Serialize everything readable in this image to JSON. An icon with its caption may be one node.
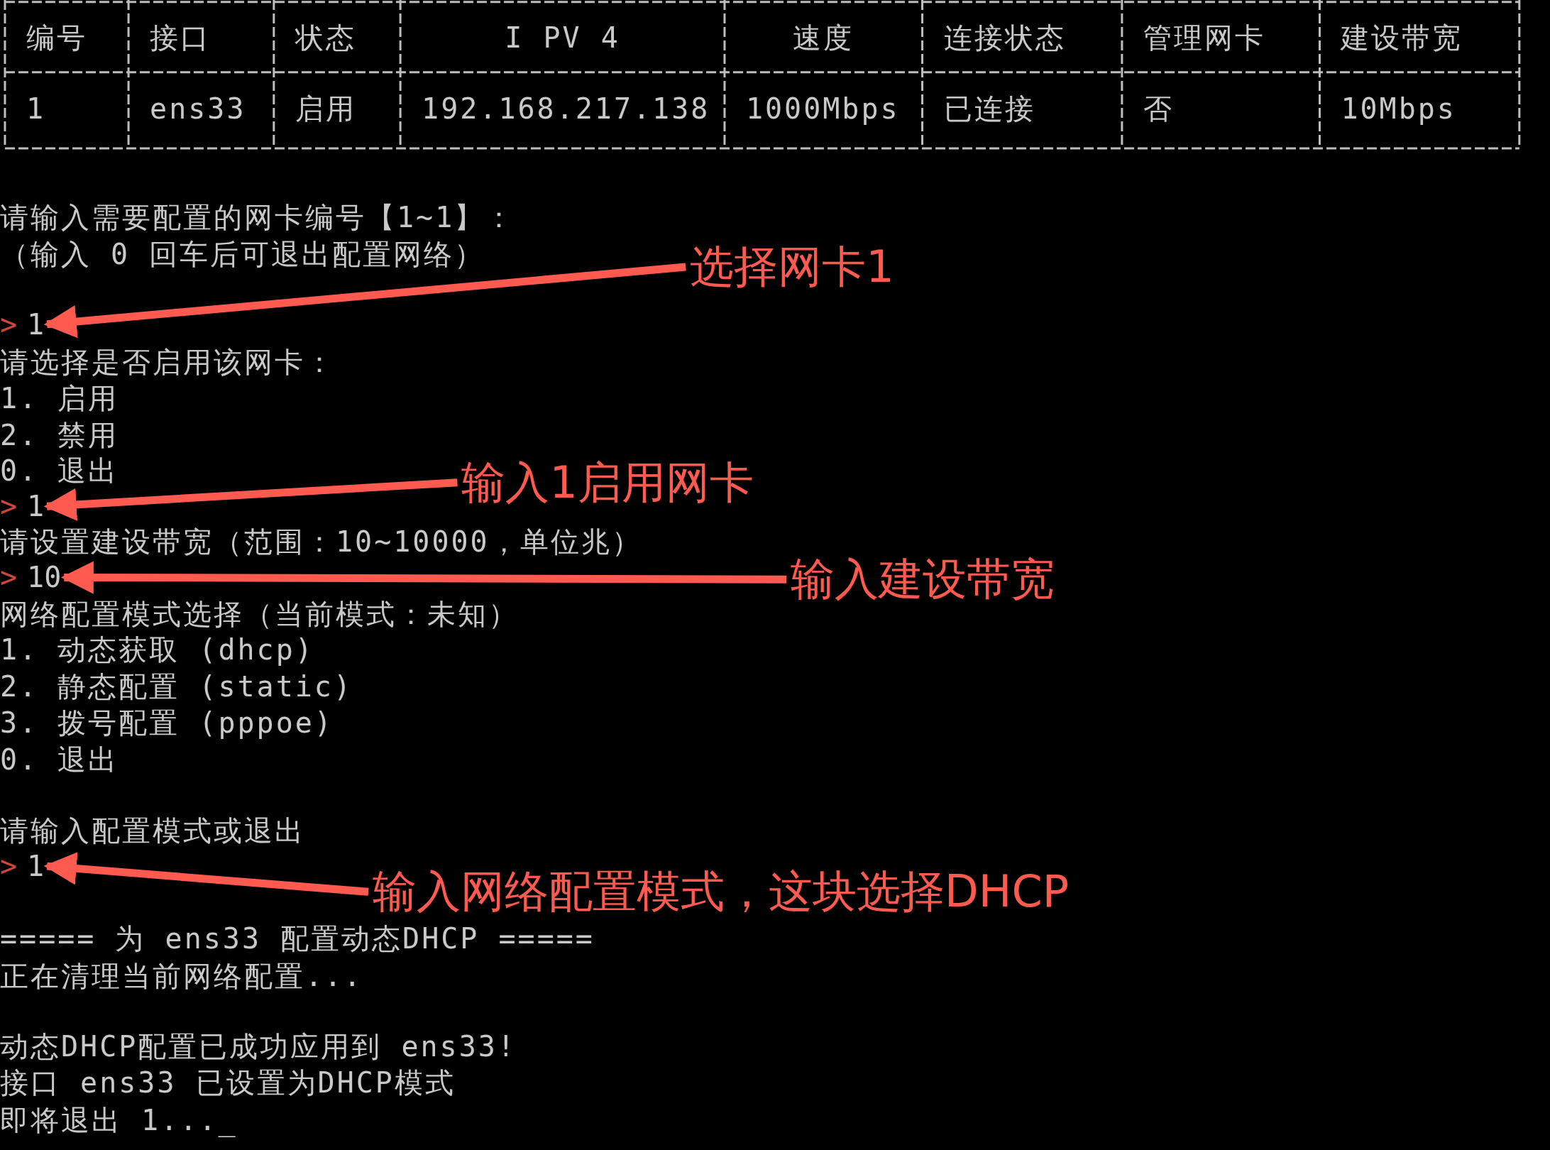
{
  "diagram": {
    "nodes": [
      {
        "text": [
          "选择网卡1"
        ]
      },
      {
        "text": [
          "1"
        ],
        "beside": [
          ">"
        ]
      },
      {
        "text": [
          "输入1启用网卡"
        ]
      },
      {
        "text": [
          "1"
        ],
        "beside": [
          ">"
        ]
      },
      {
        "text": [
          "输入建设带宽"
        ]
      },
      {
        "text": [
          "10"
        ],
        "beside": [
          ">"
        ]
      },
      {
        "text": [
          "输入网络配置模式，这块选择DHCP"
        ]
      },
      {
        "text": [
          "1"
        ],
        "beside": [
          ">"
        ]
      }
    ],
    "edges": [
      {
        "from": 0,
        "to": 1,
        "arrow": "to"
      },
      {
        "from": 2,
        "to": 3,
        "arrow": "to"
      },
      {
        "from": 4,
        "to": 5,
        "arrow": "to"
      },
      {
        "from": 6,
        "to": 7,
        "arrow": "to"
      }
    ],
    "labels": [
      "编号",
      "接口",
      "状态",
      "I PV 4",
      "速度",
      "连接状态",
      "管理网卡",
      "建设带宽",
      "1",
      "ens33",
      "启用",
      "192.168.217.138",
      "1000Mbps",
      "已连接",
      "否",
      "10Mbps",
      "请输入需要配置的网卡编号【1~1】：",
      "（输入 0 回车后可退出配置网络）",
      "请选择是否启用该网卡：",
      "1. 启用",
      "2. 禁用",
      "0. 退出",
      "请设置建设带宽（范围：10~10000，单位兆）",
      "网络配置模式选择（当前模式：未知）",
      "1. 动态获取 (dhcp)",
      "2. 静态配置 (static)",
      "3. 拨号配置 (pppoe)",
      "0. 退出",
      "请输入配置模式或退出",
      "===== 为 ens33 配置动态DHCP =====",
      "正在清理当前网络配置...",
      "动态DHCP配置已成功应用到 ens33!",
      "接口 ens33 已设置为DHCP模式",
      "即将退出 1..._"
    ]
  }
}
